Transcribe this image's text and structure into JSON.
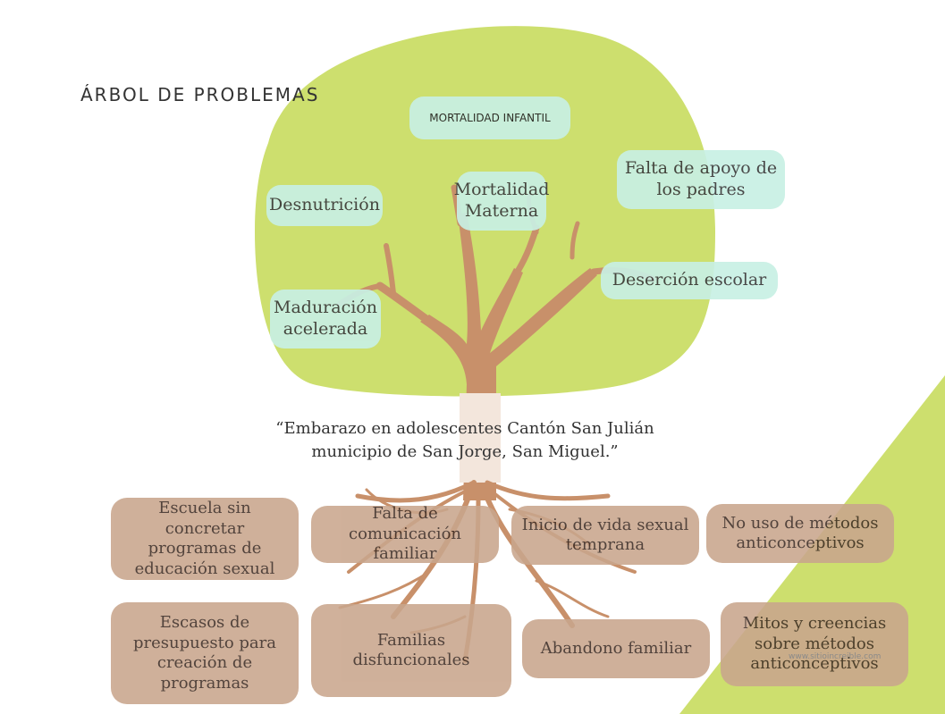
{
  "title": "ÁRBOL DE PROBLEMAS",
  "central_problem": {
    "line1": "“Embarazo en adolescentes Cantón San Julián",
    "line2": "municipio de San Jorge, San Miguel.”"
  },
  "effects": {
    "mortalidad_infantil": "MORTALIDAD INFANTIL",
    "desnutricion": "Desnutrición",
    "mortalidad_materna_1": "Mortalidad",
    "mortalidad_materna_2": "Materna",
    "falta_apoyo_1": "Falta de apoyo de",
    "falta_apoyo_2": "los padres",
    "desercion": "Deserción escolar",
    "maduracion_1": "Maduración",
    "maduracion_2": "acelerada"
  },
  "causes": {
    "escuela_1": "Escuela sin concretar",
    "escuela_2": "programas de",
    "escuela_3": "educación sexual",
    "comunicacion_1": "Falta de comunicación",
    "comunicacion_2": "familiar",
    "inicio_1": "Inicio de vida sexual",
    "inicio_2": "temprana",
    "no_uso_1": "No uso de métodos",
    "no_uso_2": "anticonceptivos",
    "escasos_1": "Escasos de",
    "escasos_2": "presupuesto para",
    "escasos_3": "creación de",
    "escasos_4": "programas",
    "familias": "Familias disfuncionales",
    "abandono": "Abandono familiar",
    "mitos_1": "Mitos y creencias",
    "mitos_2": "sobre métodos",
    "mitos_3": "anticonceptivos"
  },
  "watermark": "www.sitioincreible.com",
  "colors": {
    "canopy": "#cddf6e",
    "trunk": "#c8906a",
    "effect_box": "#c8f0e4",
    "cause_box": "#c9a68d",
    "corner": "#cddf6e"
  }
}
